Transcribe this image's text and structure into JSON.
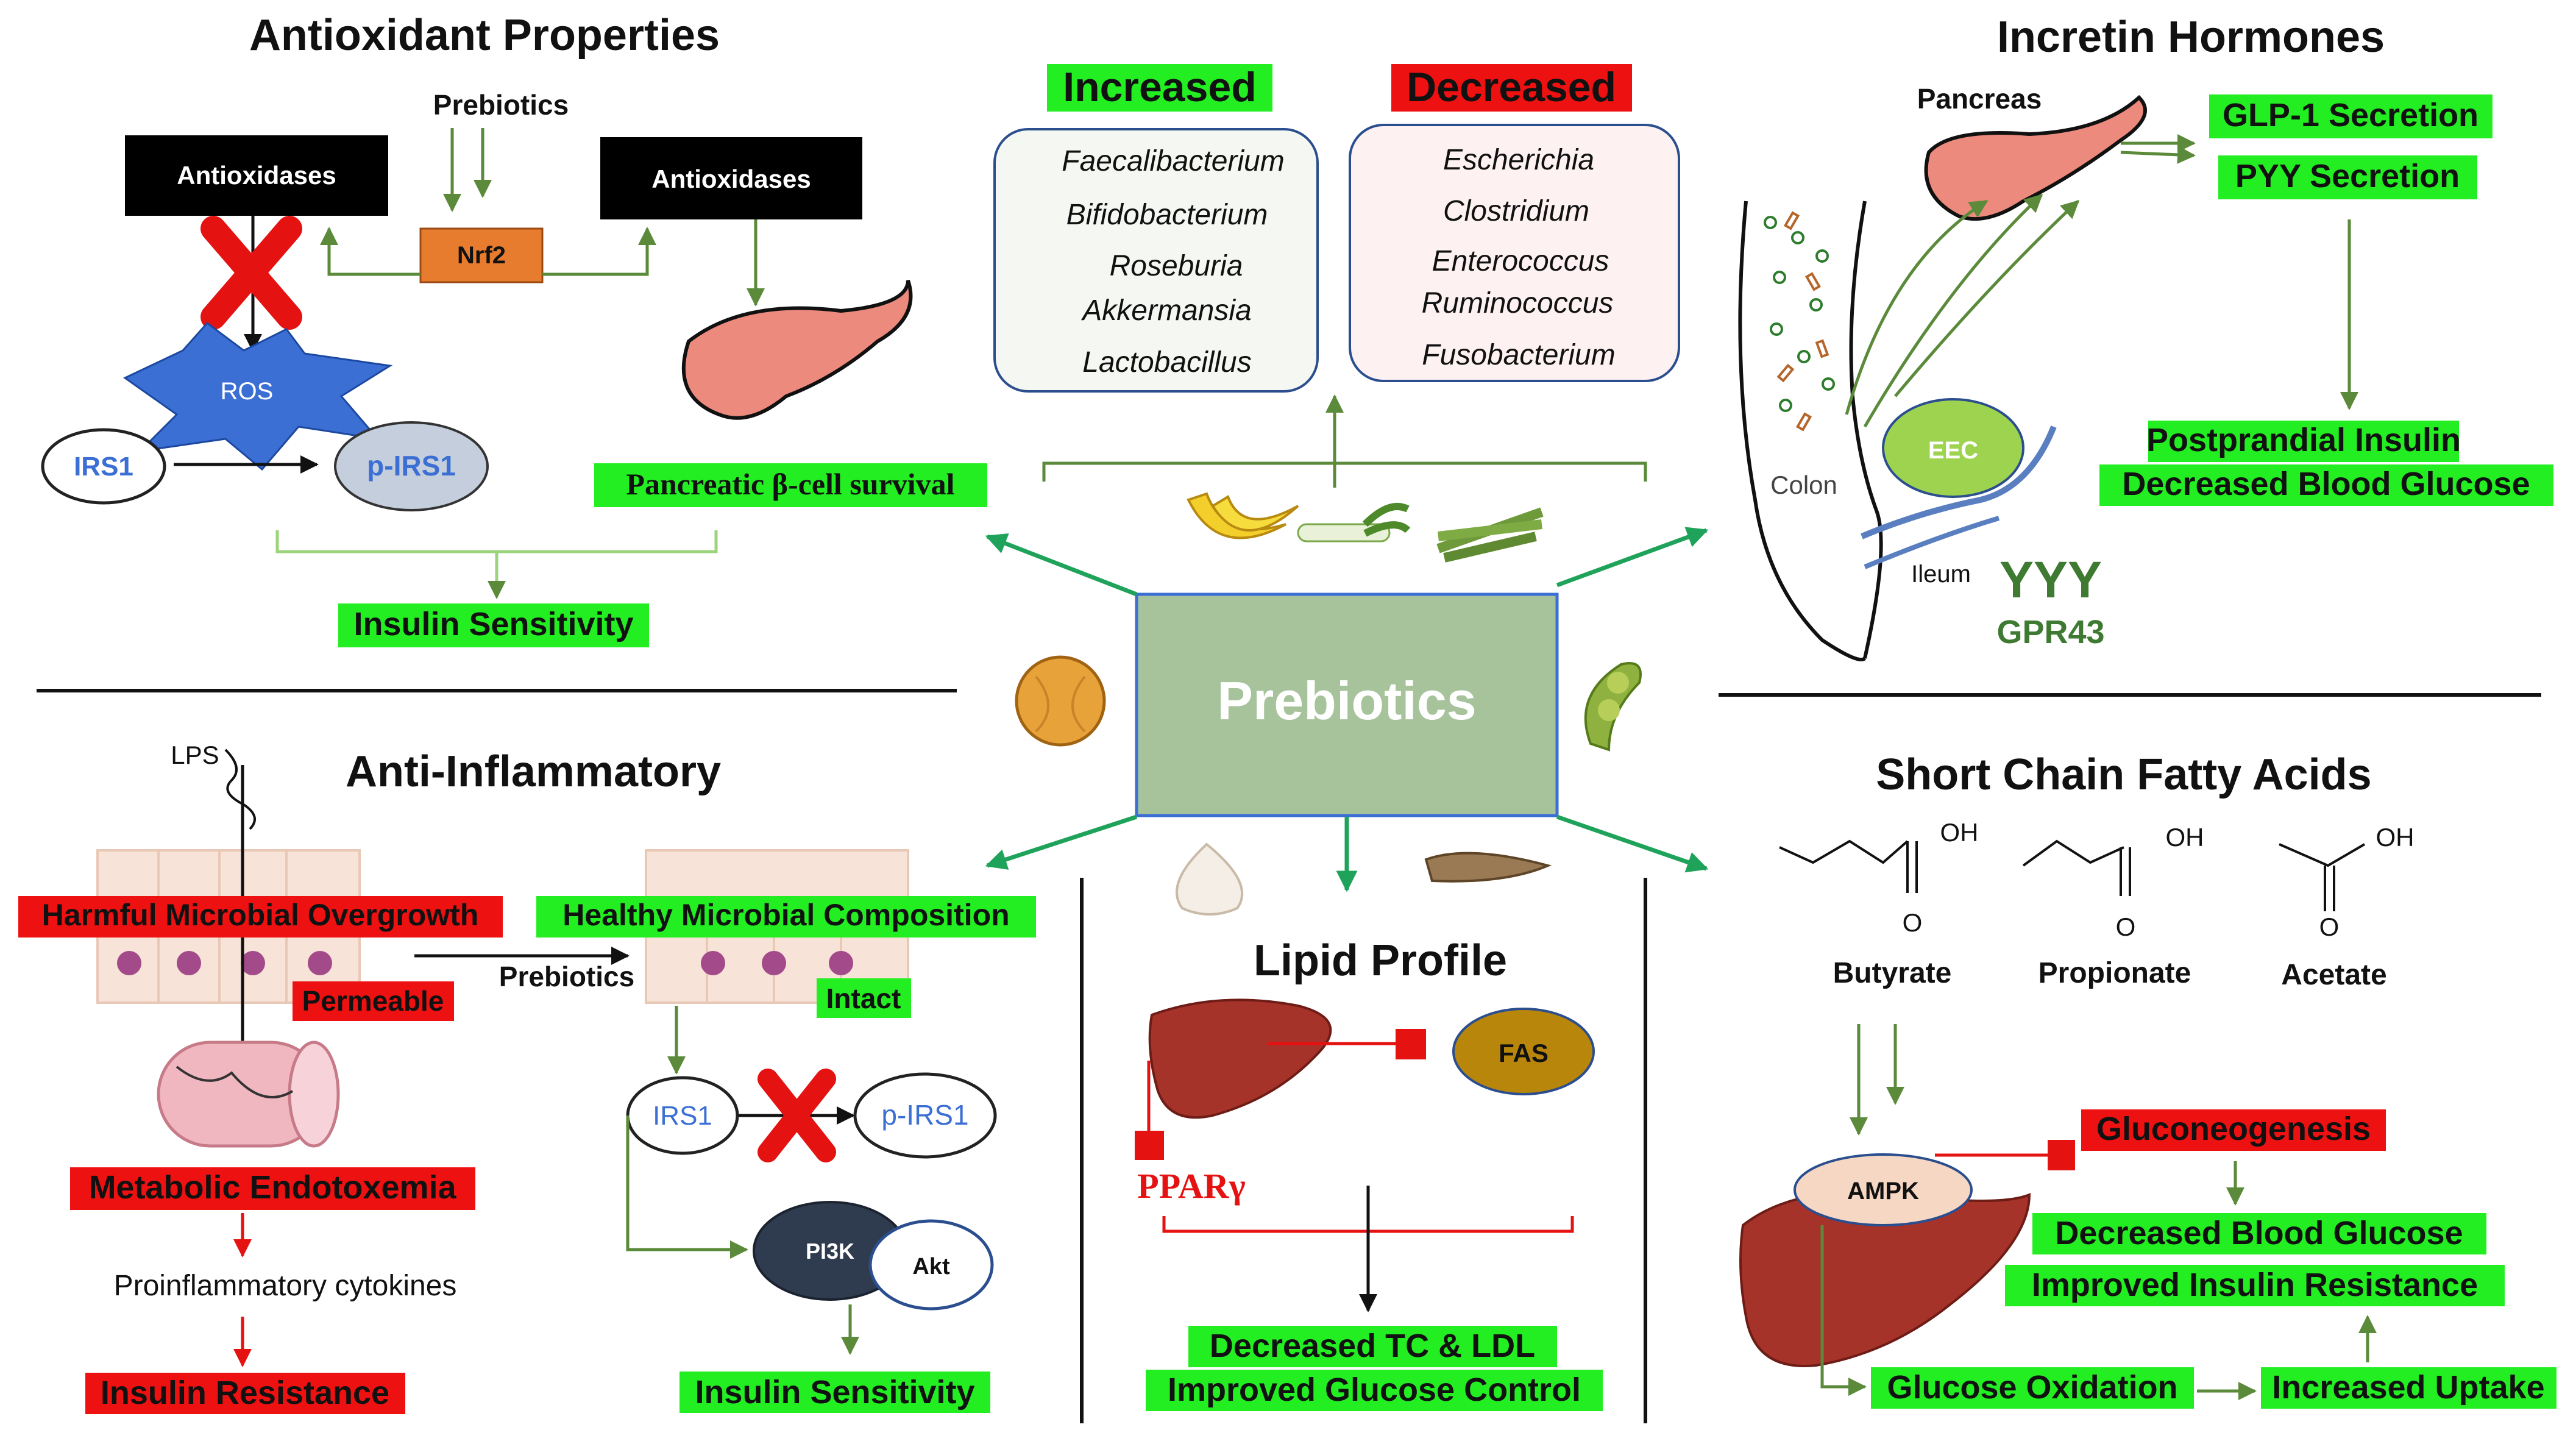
{
  "center": {
    "label": "Prebiotics"
  },
  "colors": {
    "green_label": "#22ee22",
    "red_label": "#ee1111",
    "arrow_green": "#5a8a3a",
    "hub_fill": "#a6c39b",
    "ros_blue": "#3b6fd4"
  },
  "antioxidant": {
    "title": "Antioxidant Properties",
    "prebiotics": "Prebiotics",
    "antioxidases_left": "Antioxidases",
    "antioxidases_right": "Antioxidases",
    "nrf2": "Nrf2",
    "ros": "ROS",
    "irs1": "IRS1",
    "pirs1": "p-IRS1",
    "beta_cell": "Pancreatic β-cell survival",
    "insulin_sensitivity": "Insulin Sensitivity"
  },
  "microbiota": {
    "increased_title": "Increased",
    "decreased_title": "Decreased",
    "increased": [
      "Faecalibacterium",
      "Bifidobacterium",
      "Roseburia",
      "Akkermansia",
      "Lactobacillus"
    ],
    "decreased": [
      "Escherichia",
      "Clostridium",
      "Enterococcus",
      "Ruminococcus",
      "Fusobacterium"
    ]
  },
  "incretin": {
    "title": "Incretin Hormones",
    "pancreas": "Pancreas",
    "glp1": "GLP-1 Secretion",
    "pyy": "PYY Secretion",
    "postprandial": "Postprandial Insulin",
    "decreased_glucose": "Decreased Blood Glucose",
    "colon": "Colon",
    "eec": "EEC",
    "ileum": "Ileum",
    "yyy": "YYY",
    "gpr43": "GPR43"
  },
  "anti_inflammatory": {
    "title": "Anti-Inflammatory",
    "lps": "LPS",
    "harmful": "Harmful Microbial Overgrowth",
    "healthy": "Healthy Microbial Composition",
    "permeable": "Permeable",
    "intact": "Intact",
    "prebiotics": "Prebiotics",
    "endotoxemia": "Metabolic Endotoxemia",
    "cytokines": "Proinflammatory cytokines",
    "resistance": "Insulin Resistance",
    "irs1": "IRS1",
    "pirs1": "p-IRS1",
    "pi3k": "PI3K",
    "akt": "Akt",
    "sensitivity": "Insulin Sensitivity"
  },
  "lipid": {
    "title": "Lipid Profile",
    "fas": "FAS",
    "ppar": "PPARγ",
    "tc_ldl": "Decreased  TC & LDL",
    "glucose_control": "Improved Glucose Control"
  },
  "scfa": {
    "title": "Short Chain Fatty Acids",
    "butyrate": "Butyrate",
    "propionate": "Propionate",
    "acetate": "Acetate",
    "oh": "OH",
    "o": "O",
    "ampk": "AMPK",
    "gluconeogenesis": "Gluconeogenesis",
    "decreased_glucose": "Decreased Blood Glucose",
    "improved_resistance": "Improved Insulin Resistance",
    "glucose_oxidation": "Glucose Oxidation",
    "increased_uptake": "Increased Uptake"
  }
}
